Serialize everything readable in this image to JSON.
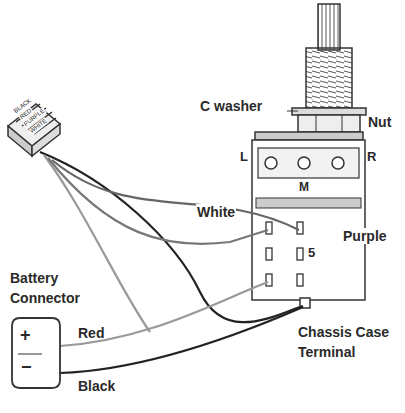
{
  "diagram": {
    "nodes": [
      {
        "text": [
          "Battery Connector",
          "+",
          "−"
        ]
      }
    ],
    "labels": [
      "C washer",
      "Nut",
      "L",
      "M",
      "R",
      "BLACK",
      "RED",
      "PURPLE",
      "WHITE",
      "White",
      "Purple",
      "5",
      "Red",
      "Black",
      "Chassis Case Terminal"
    ]
  }
}
